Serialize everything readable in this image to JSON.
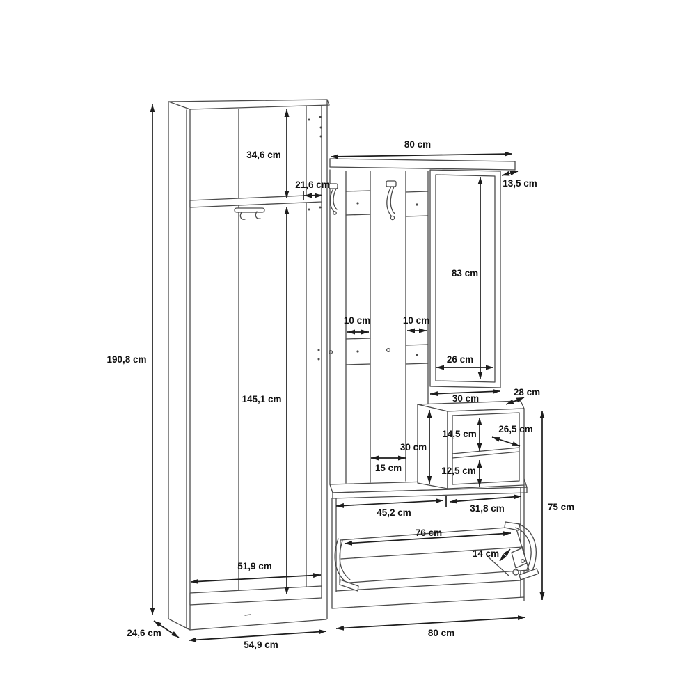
{
  "diagram": {
    "type": "furniture-dimension-drawing",
    "subject": "hallway wardrobe set with coat panel, mirror, shelf unit and shoe bench",
    "units": "cm",
    "colors": {
      "background": "#ffffff",
      "furniture_line": "#4a4a4a",
      "dimension_line": "#1d1d1d",
      "label_text": "#111111"
    }
  },
  "labels": {
    "overall_height": "190,8 cm",
    "top_compartment_height": "34,6 cm",
    "top_shelf_depth": "21,6 cm",
    "hanging_space_height": "145,1 cm",
    "wardrobe_inner_width": "51,9 cm",
    "wardrobe_depth": "24,6 cm",
    "wardrobe_width": "54,9 cm",
    "panel_width": "80 cm",
    "panel_shelf_depth": "13,5 cm",
    "mirror_height": "83 cm",
    "slat_left_width": "10 cm",
    "slat_right_width": "10 cm",
    "mirror_inner_width": "26 cm",
    "mirror_outer_width": "30 cm",
    "shelf_unit_depth": "28 cm",
    "shelf_unit_height": "30 cm",
    "shelf_unit_upper_height": "14,5 cm",
    "shelf_unit_inner_depth": "26,5 cm",
    "shelf_unit_lower_height": "12,5 cm",
    "stile_width": "15 cm",
    "bench_left_width": "45,2 cm",
    "bench_right_width": "31,8 cm",
    "lower_section_height": "75 cm",
    "flap_width": "76 cm",
    "flap_compartment_depth": "14 cm",
    "shoe_cabinet_width": "80 cm"
  }
}
